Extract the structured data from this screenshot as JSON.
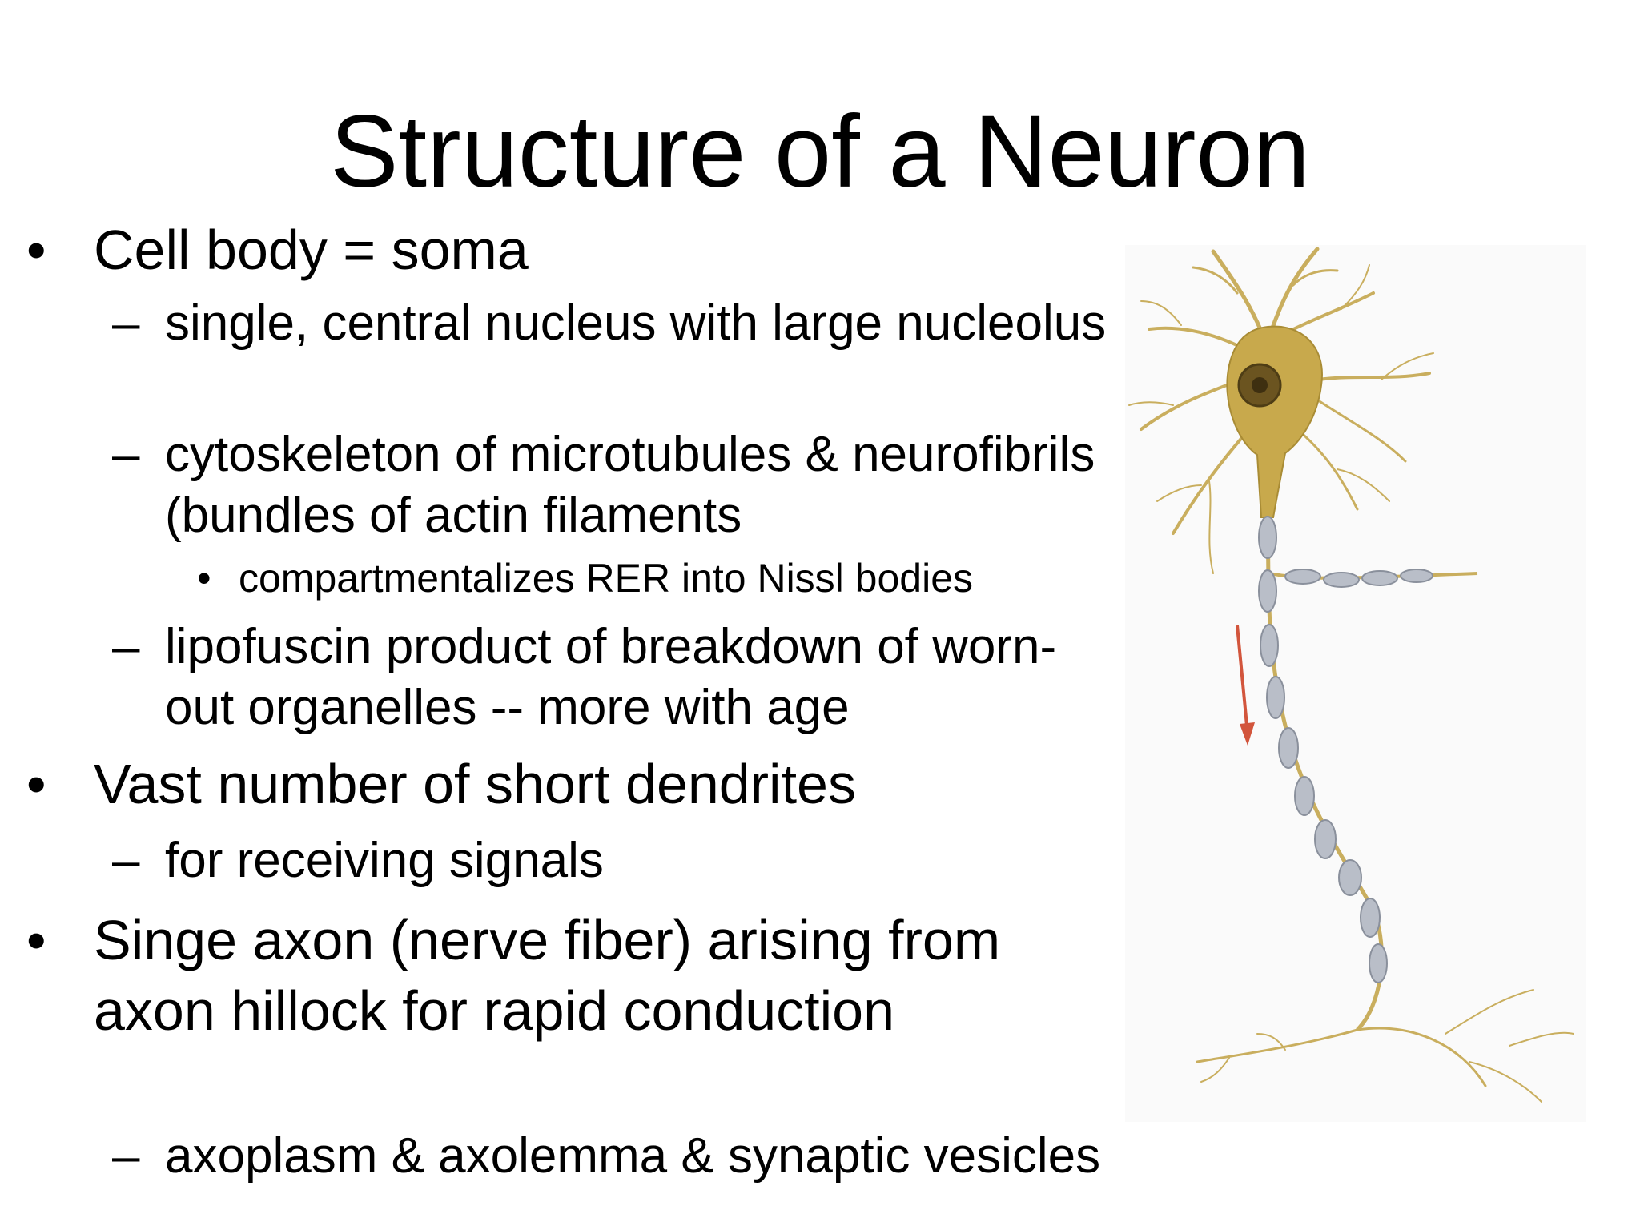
{
  "slide": {
    "title": "Structure of a Neuron",
    "bullets": [
      {
        "text": "Cell body =  soma"
      },
      {
        "text": "single, central nucleus with large nucleolus"
      },
      {
        "text": "cytoskeleton of microtubules & neurofibrils (bundles of actin filaments"
      },
      {
        "text": "compartmentalizes RER into Nissl bodies"
      },
      {
        "text": "lipofuscin product of breakdown of worn-out organelles -- more with age"
      },
      {
        "text": "Vast number of short dendrites"
      },
      {
        "text": "for receiving signals"
      },
      {
        "text": "Singe axon (nerve fiber) arising from axon hillock for rapid conduction"
      },
      {
        "text": "axoplasm & axolemma & synaptic vesicles"
      }
    ],
    "markers": {
      "bullet": "•",
      "dash": "–"
    }
  },
  "illustration": {
    "name": "neuron-illustration",
    "colors": {
      "soma": "#c8a94c",
      "dendrite": "#c9ae5e",
      "nucleus": "#6b5420",
      "myelin": "#b9bec8",
      "myelin_edge": "#8a909c",
      "arrow": "#d2553c",
      "background": "#fafafa"
    }
  }
}
